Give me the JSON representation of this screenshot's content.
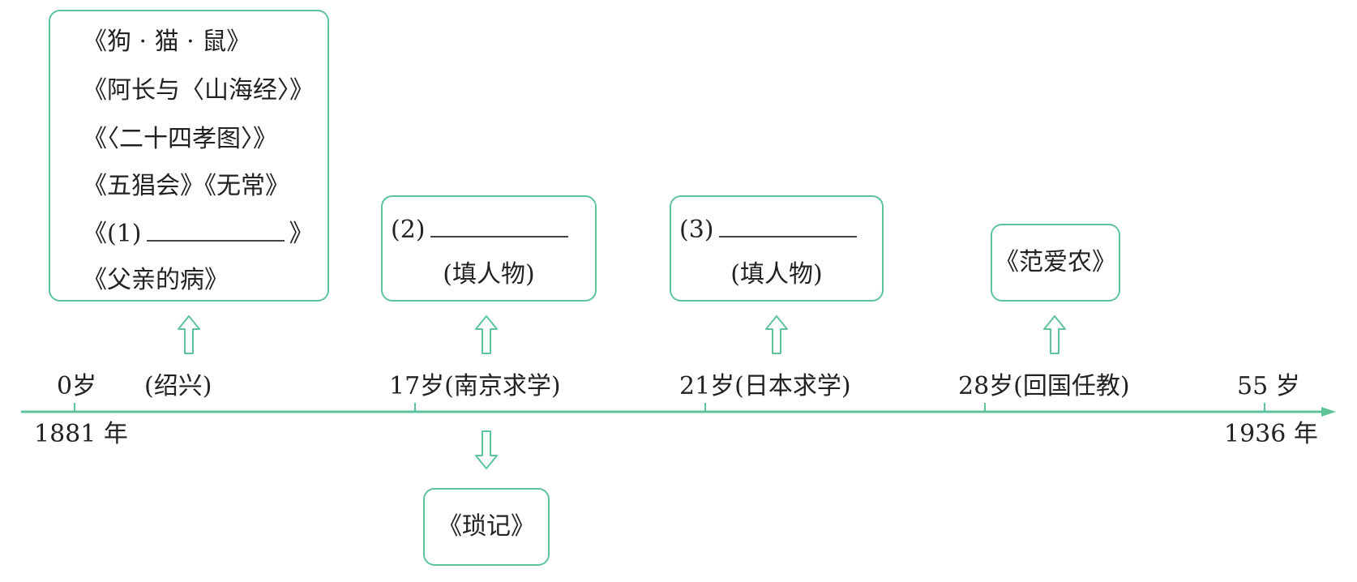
{
  "colors": {
    "accent": "#5fc39a",
    "text": "#222222"
  },
  "shaoxing_works": [
    "《狗 · 猫 · 鼠》",
    "《阿长与〈山海经〉》",
    "《〈二十四孝图〉》",
    "《五猖会》《无常》",
    {
      "before": "《(1)",
      "after": "》"
    },
    "《父亲的病》"
  ],
  "blank2": {
    "prefix": "(2)",
    "hint": "(填人物)"
  },
  "blank3": {
    "prefix": "(3)",
    "hint": "(填人物)"
  },
  "work_fanainong": "《范爱农》",
  "work_suoji": "《琐记》",
  "timeline": {
    "age0": "0岁",
    "shaoxing": "(绍兴)",
    "age17": "17岁(南京求学)",
    "age21": "21岁(日本求学)",
    "age28": "28岁(回国任教)",
    "age55": "55 岁",
    "year_start": "1881 年",
    "year_end": "1936 年"
  }
}
